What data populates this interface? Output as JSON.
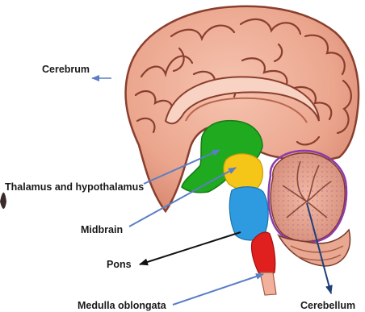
{
  "labels": {
    "cerebrum": "Cerebrum",
    "thalamus": "Thalamus and hypothalamus",
    "midbrain": "Midbrain",
    "pons": "Pons",
    "medulla": "Medulla oblongata",
    "cerebellum": "Cerebellum"
  },
  "colors": {
    "thalamus_region": "#1faa1f",
    "midbrain_region": "#f5c518",
    "pons_region": "#2e9be0",
    "medulla_region": "#e01f1f",
    "cerebellum_outline": "#8e3aa8",
    "arrow_blue": "#5b7fc4",
    "arrow_black": "#111111",
    "arrow_navy": "#1f3f7a"
  }
}
